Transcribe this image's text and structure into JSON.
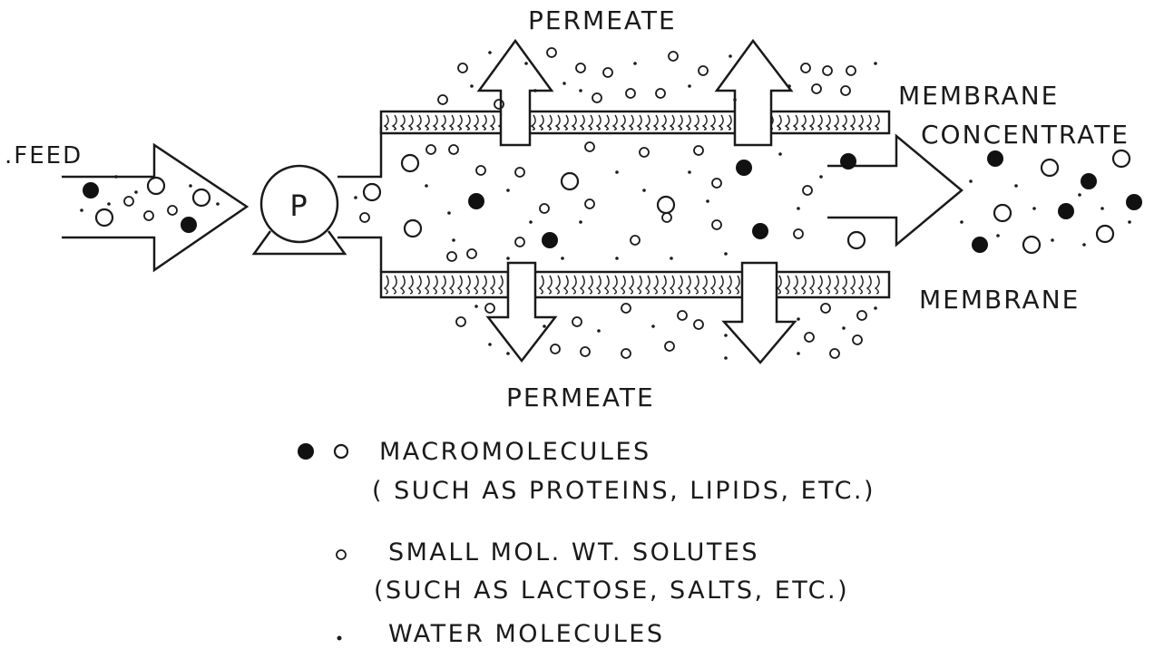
{
  "labels": {
    "permeate_top": "PERMEATE",
    "permeate_bottom": "PERMEATE",
    "membrane_top": "MEMBRANE",
    "membrane_bottom": "MEMBRANE",
    "concentrate": "CONCENTRATE",
    "feed": ".FEED",
    "pump": "P"
  },
  "legend": {
    "macro_line1": "MACROMOLECULES",
    "macro_line2": "( SUCH AS PROTEINS, LIPIDS, ETC.)",
    "small_line1": "SMALL MOL. WT. SOLUTES",
    "small_line2": "(SUCH AS LACTOSE, SALTS, ETC.)",
    "water_line1": "WATER MOLECULES"
  },
  "colors": {
    "ink": "#1a1a1a",
    "paper": "#ffffff"
  }
}
